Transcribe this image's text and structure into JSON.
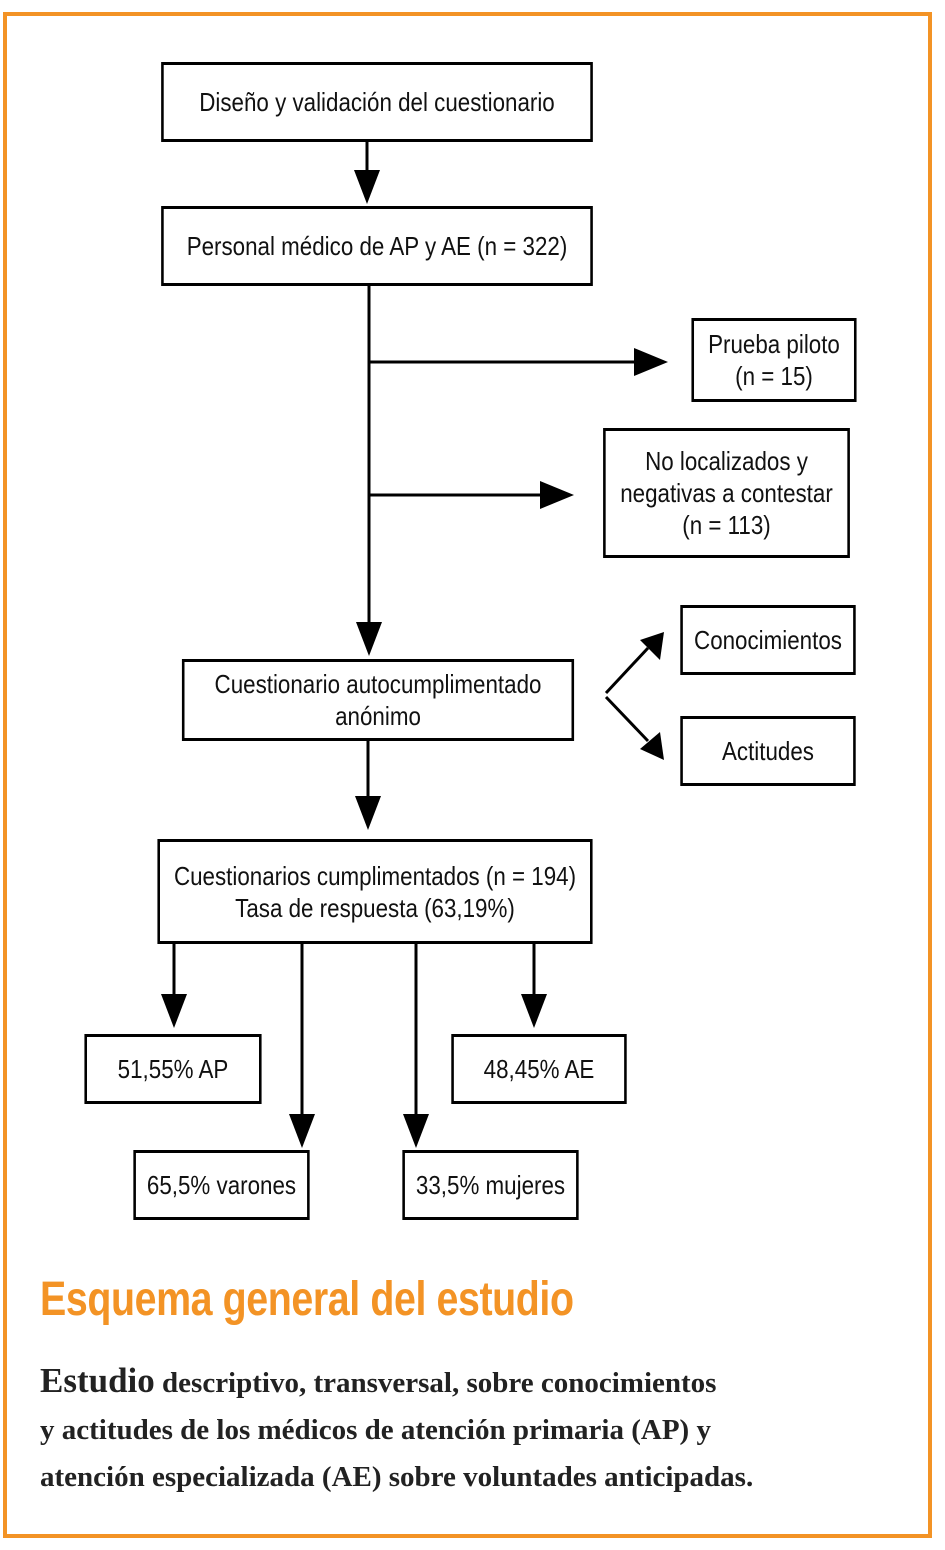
{
  "colors": {
    "accent": "#f39325",
    "line": "#000000"
  },
  "boxes": {
    "design": "Diseño y validación del cuestionario",
    "personnel": "Personal médico de AP y AE (n = 322)",
    "pilot": [
      "Prueba piloto",
      "(n = 15)"
    ],
    "excluded": [
      "No localizados y",
      "negativas a contestar",
      "(n = 113)"
    ],
    "questionnaire": [
      "Cuestionario autocumplimentado",
      "anónimo"
    ],
    "knowledge": "Conocimientos",
    "attitudes": "Actitudes",
    "completed": [
      "Cuestionarios cumplimentados (n = 194)",
      "Tasa de respuesta (63,19%)"
    ],
    "ap": "51,55% AP",
    "ae": "48,45% AE",
    "men": "65,5% varones",
    "women": "33,5% mujeres"
  },
  "title": "Esquema general del estudio",
  "caption": {
    "lead": "Estudio",
    "line1_rest": " descriptivo, transversal, sobre conocimientos",
    "line2": "y actitudes de los médicos de atención primaria (AP) y",
    "line3": "atención especializada (AE) sobre voluntades anticipadas."
  }
}
